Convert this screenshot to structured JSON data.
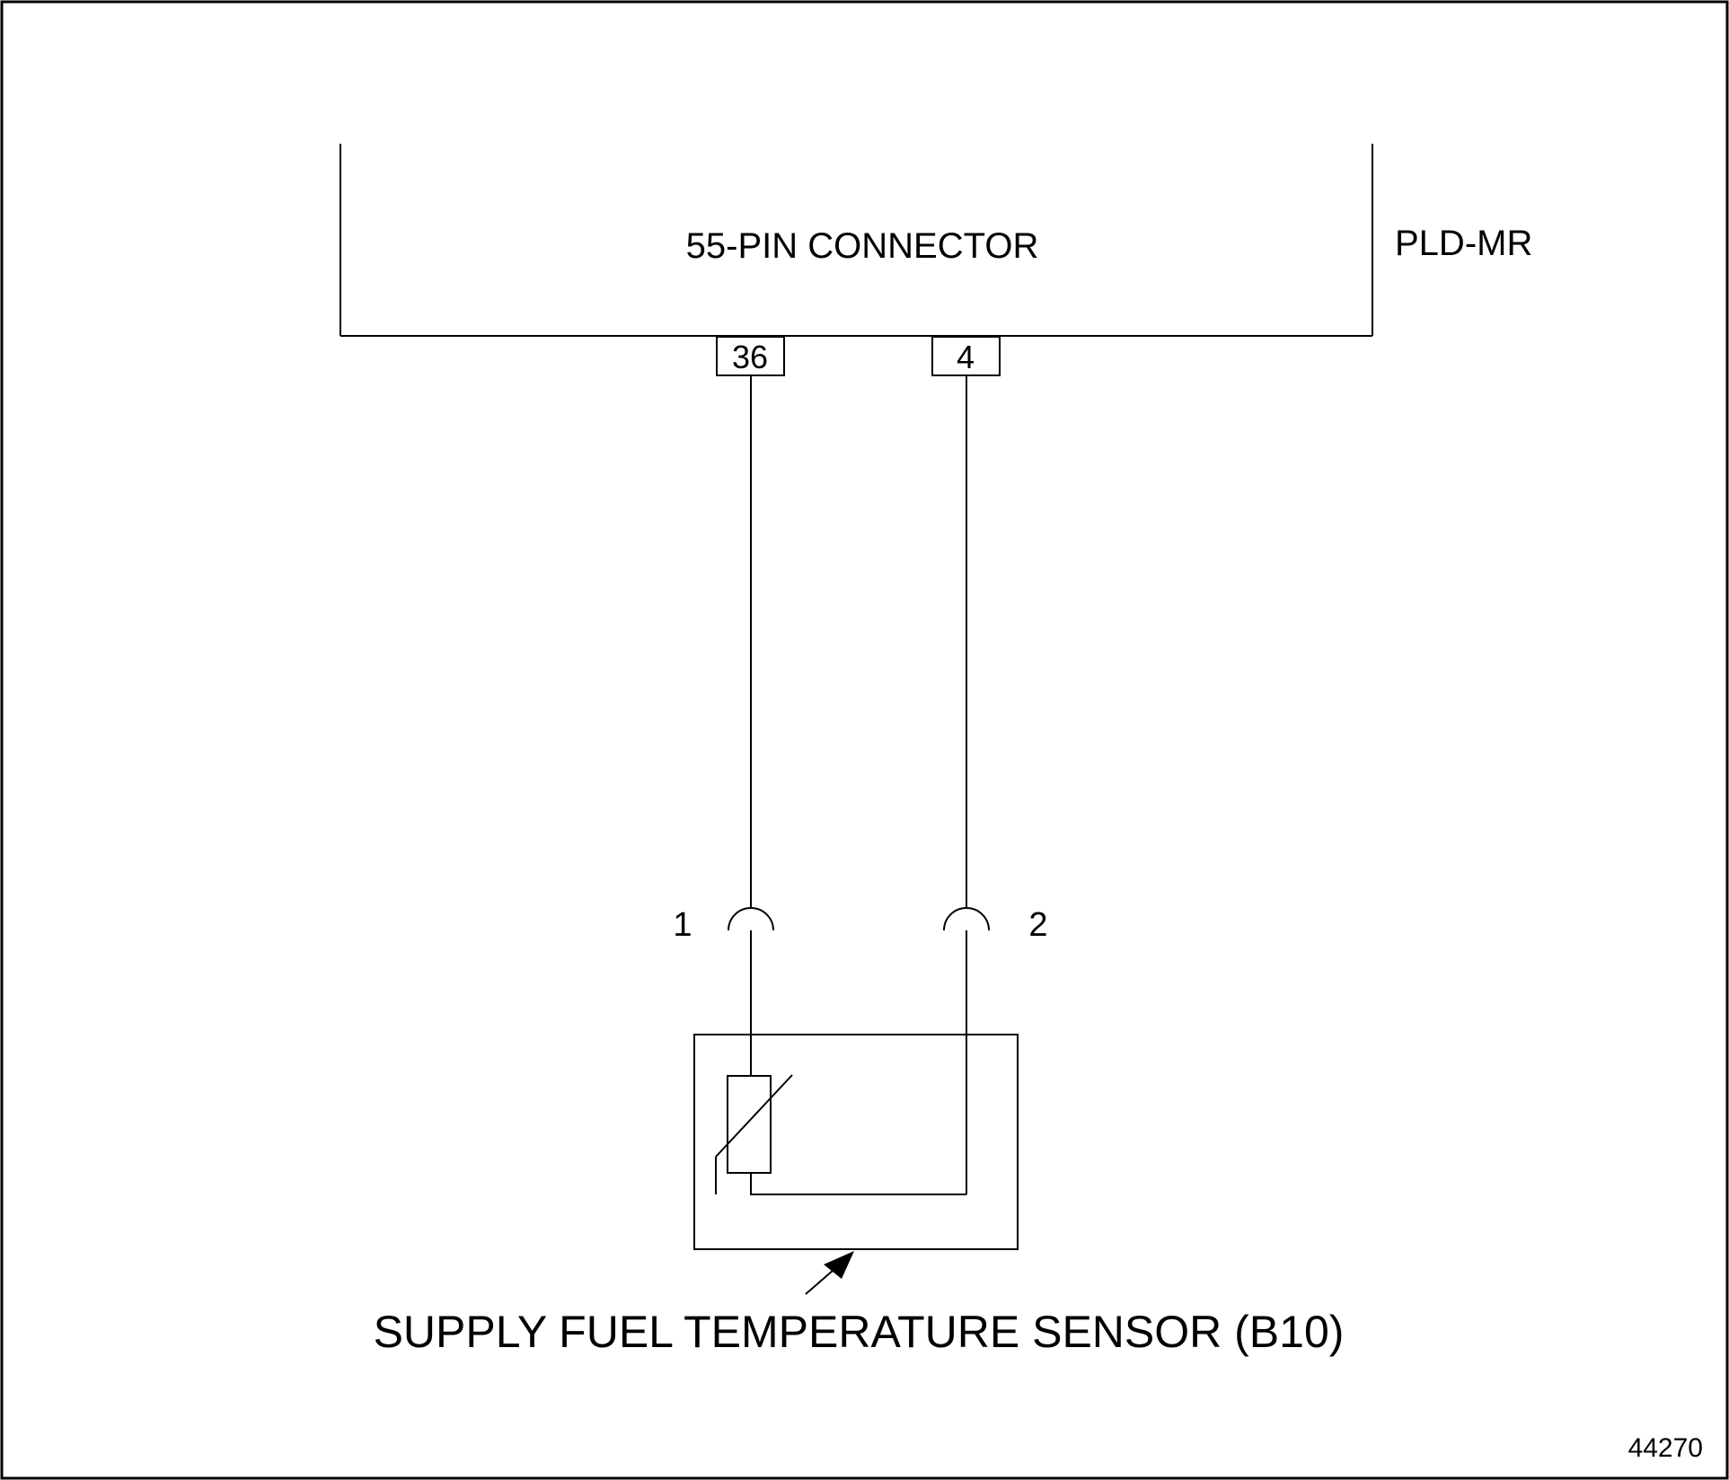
{
  "connector": {
    "label": "55-PIN CONNECTOR"
  },
  "module": {
    "label": "PLD-MR"
  },
  "pins": {
    "pin_a": "36",
    "pin_b": "4"
  },
  "sensor": {
    "terminal_1": "1",
    "terminal_2": "2",
    "label": "SUPPLY FUEL TEMPERATURE SENSOR (B10)"
  },
  "figure_number": "44270"
}
